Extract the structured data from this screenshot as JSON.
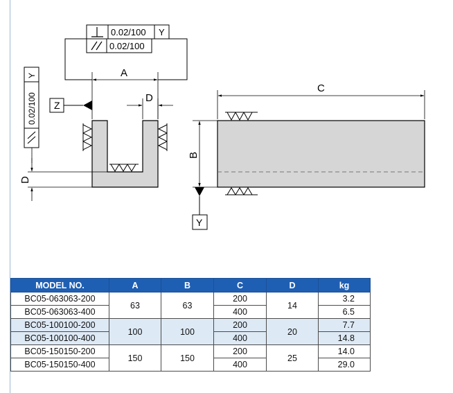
{
  "drawing": {
    "dim_a": "A",
    "dim_b": "B",
    "dim_c": "C",
    "dim_d_top": "D",
    "dim_d_side": "D",
    "datum_z": "Z",
    "datum_y": "Y",
    "fcf_top": {
      "row1_value": "0.02/100",
      "row1_datum": "Y",
      "row2_value": "0.02/100"
    },
    "fcf_side": {
      "value": "0.02/100",
      "datum": "Y"
    }
  },
  "table": {
    "headers": [
      "MODEL NO.",
      "A",
      "B",
      "C",
      "D",
      "kg"
    ],
    "groups": [
      {
        "A": "63",
        "B": "63",
        "D": "14",
        "band": false,
        "rows": [
          {
            "model": "BC05-063063-200",
            "C": "200",
            "kg": "3.2"
          },
          {
            "model": "BC05-063063-400",
            "C": "400",
            "kg": "6.5"
          }
        ]
      },
      {
        "A": "100",
        "B": "100",
        "D": "20",
        "band": true,
        "rows": [
          {
            "model": "BC05-100100-200",
            "C": "200",
            "kg": "7.7"
          },
          {
            "model": "BC05-100100-400",
            "C": "400",
            "kg": "14.8"
          }
        ]
      },
      {
        "A": "150",
        "B": "150",
        "D": "25",
        "band": false,
        "rows": [
          {
            "model": "BC05-150150-200",
            "C": "200",
            "kg": "14.0"
          },
          {
            "model": "BC05-150150-400",
            "C": "400",
            "kg": "29.0"
          }
        ]
      }
    ]
  }
}
